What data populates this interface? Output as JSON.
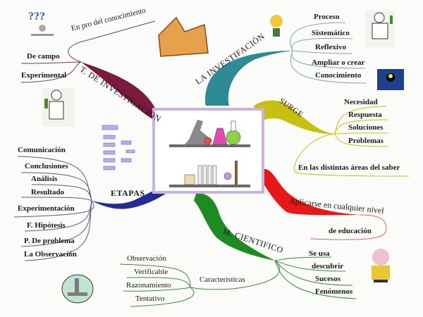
{
  "center": {
    "label": "laboratory-illustration"
  },
  "colors": {
    "investigacion": "#2f8a97",
    "t_investigacion": "#7a1a3e",
    "surge": "#c5c011",
    "aplicarse": "#e81818",
    "cientifico": "#1e8a22",
    "etapas": "#242a96",
    "frame": "#c8b3dc"
  },
  "branches": {
    "t_investigacion": {
      "title": "T. DE INVESTIGACION",
      "items": [
        "En pro del conocimiento",
        "De campo",
        "Experimental"
      ]
    },
    "investigacion": {
      "title": "LA INVESTIFACIÓN",
      "items": [
        "Proceso",
        "Sistemático",
        "Reflexivo",
        "Ampliar o crear",
        "Conocimiento"
      ]
    },
    "surge": {
      "title": "SURGE",
      "items": [
        "Necesidad",
        "Respuesta",
        "Soluciones",
        "Problemas",
        "En las distintas áreas del saber"
      ]
    },
    "aplicarse": {
      "title": "Aplicarse en cualquier nivel",
      "items": [
        "de educación"
      ]
    },
    "cientifico": {
      "title": "M. CIENTIFICO",
      "sub_title": "Caracteristicas",
      "sub_items": [
        "Observación",
        "Verificable",
        "Razonamiento",
        "Tentativo"
      ],
      "items": [
        "Se usa",
        "descubrir",
        "Sucesos",
        "Fenómenos"
      ]
    },
    "etapas": {
      "title": "ETAPAS",
      "items": [
        "Comunicación",
        "Conclusiones",
        "Análisis",
        "Resultado",
        "Experimentación",
        "F. Hipótesis",
        "P. De problema",
        "La Observación"
      ]
    }
  }
}
